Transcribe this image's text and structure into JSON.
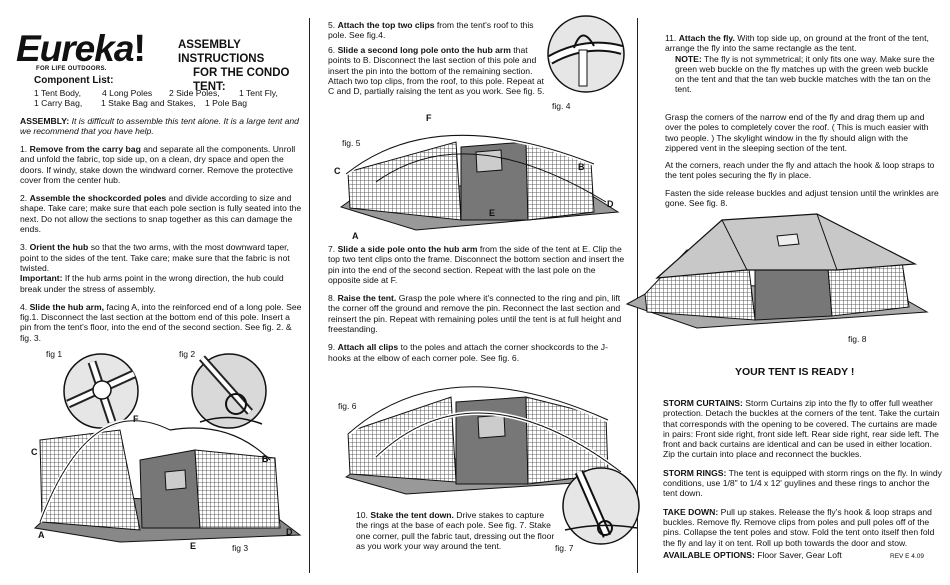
{
  "brand": {
    "logo_text": "Eureka",
    "tagline": "FOR LIFE OUTDOORS."
  },
  "header": {
    "title_line1": "ASSEMBLY INSTRUCTIONS",
    "title_line2": "FOR THE CONDO TENT:"
  },
  "component_list": {
    "title": "Component List:",
    "row1": [
      "1 Tent Body,",
      "4 Long Poles",
      "2 Side Poles,",
      "1 Tent Fly,"
    ],
    "row2": [
      "1 Carry Bag,",
      "1 Stake Bag and Stakes,",
      "1 Pole Bag"
    ]
  },
  "assembly": {
    "label": "ASSEMBLY:",
    "note": "It is difficult to assemble this tent alone. It is a large tent and we recommend that you have help."
  },
  "steps_col1": [
    {
      "num": "1.",
      "bold": "Remove from the carry bag",
      "text": "and separate all the components. Unroll and unfold the fabric, top side up, on a clean, dry space and open the doors. If windy, stake down the windward corner. Remove the protective cover from the center hub."
    },
    {
      "num": "2.",
      "bold": "Assemble the shockcorded poles",
      "text": "and divide according to size and shape. Take care; make sure that each pole section is fully seated into the next. Do not allow the sections to snap together as this can damage the ends."
    },
    {
      "num": "3.",
      "bold": "Orient the hub",
      "text": "so that the two arms, with the most downward taper, point to the sides of the tent. Take care; make sure that the fabric is not twisted."
    },
    {
      "num": "",
      "bold": "Important:",
      "text": "If the hub arms point in the wrong direction, the hub could break under the stress of assembly."
    },
    {
      "num": "4.",
      "bold": "Slide the hub arm,",
      "text": "facing A, into the reinforced end of a long pole. See fig.1. Disconnect the last section at the bottom end of this pole. Insert a pin from the tent's floor, into the end of the second section. See fig. 2. & fig. 3."
    }
  ],
  "steps_col2": [
    {
      "num": "5.",
      "bold": "Attach the top two clips",
      "text": "from the tent's roof to this pole. See fig.4."
    },
    {
      "num": "6.",
      "bold": "Slide a second long pole onto the hub arm",
      "text": "that points to B. Disconnect the last section of this pole and insert the pin into the bottom of the remaining section. Attach two top clips, from the roof, to this pole. Repeat at C and D, partially raising the tent as you work. See fig. 5."
    },
    {
      "num": "7.",
      "bold": "Slide a side pole onto the hub arm",
      "text": "from the side of the tent at E. Clip the top two tent clips onto the frame. Disconnect the bottom section and insert the pin into the end of the second section. Repeat with the last pole on the opposite side at F."
    },
    {
      "num": "8.",
      "bold": "Raise the tent.",
      "text": "Grasp the pole where it's connected to the ring and pin, lift the corner off the ground and remove the pin. Reconnect the last section and reinsert the pin. Repeat with remaining poles until the tent is at full height and freestanding."
    },
    {
      "num": "9.",
      "bold": "Attach all clips",
      "text": "to the poles and attach the corner shockcords to the J-hooks at the elbow of each corner pole. See fig. 6."
    },
    {
      "num": "10.",
      "bold": "Stake the tent down.",
      "text": "Drive stakes to capture the rings at the base of each pole. See fig. 7. Stake one corner, pull the fabric taut, dressing out the floor as you work your way around the tent."
    }
  ],
  "step11": {
    "num": "11.",
    "bold": "Attach the fly.",
    "text": "With top side up, on ground at the front of the tent, arrange the fly into the same rectangle as the tent.",
    "note_label": "NOTE:",
    "note": "The fly is not symmetrical; it only fits one way. Make sure the green web buckle on the fly matches up with the green web buckle on the tent and that the tan web buckle matches with the tan on the tent."
  },
  "col3_paras": [
    "Grasp the corners of the narrow end of the fly and drag them up and over the poles to completely cover the roof. ( This is much easier with two people. ) The skylight window in the fly should align with the zippered vent in the sleeping section of the tent.",
    "At the corners, reach under the fly and attach the hook & loop straps to the tent poles securing the fly in place.",
    "Fasten the side release buckles and adjust tension until the wrinkles are gone. See fig. 8."
  ],
  "ready": "YOUR TENT IS READY !",
  "storm_curtains": {
    "label": "STORM CURTAINS:",
    "text": "Storm Curtains zip into the fly to offer full weather protection. Detach the buckles at the corners of the tent. Take the curtain that corresponds with the opening to be covered. The curtains are made in pairs: Front side right, front side left. Rear side right, rear side left. The front and back curtains are identical and can be used in either location. Zip the curtain into place and reconnect the buckles."
  },
  "storm_rings": {
    "label": "STORM RINGS:",
    "text": "The tent is equipped with storm rings on the fly. In windy conditions, use 1/8\" to 1/4 x 12' guylines and these rings to anchor the tent down."
  },
  "take_down": {
    "label": "TAKE DOWN:",
    "text": "Pull up stakes. Release the fly's hook & loop straps and buckles. Remove fly. Remove clips from poles and pull poles off of the pins. Collapse the tent poles and stow. Fold the tent onto itself then fold the fly and lay it on tent. Roll up both towards the door and stow."
  },
  "available": {
    "label": "AVAILABLE OPTIONS:",
    "text": "Floor Saver, Gear Loft"
  },
  "rev": "REV  E  4.09",
  "figures": {
    "fig1": "fig 1",
    "fig2": "fig 2",
    "fig3": "fig 3",
    "fig4": "fig. 4",
    "fig5": "fig. 5",
    "fig6": "fig. 6",
    "fig7": "fig. 7",
    "fig8": "fig. 8"
  },
  "corner_labels": {
    "A": "A",
    "B": "B",
    "C": "C",
    "D": "D",
    "E": "E",
    "F": "F"
  }
}
